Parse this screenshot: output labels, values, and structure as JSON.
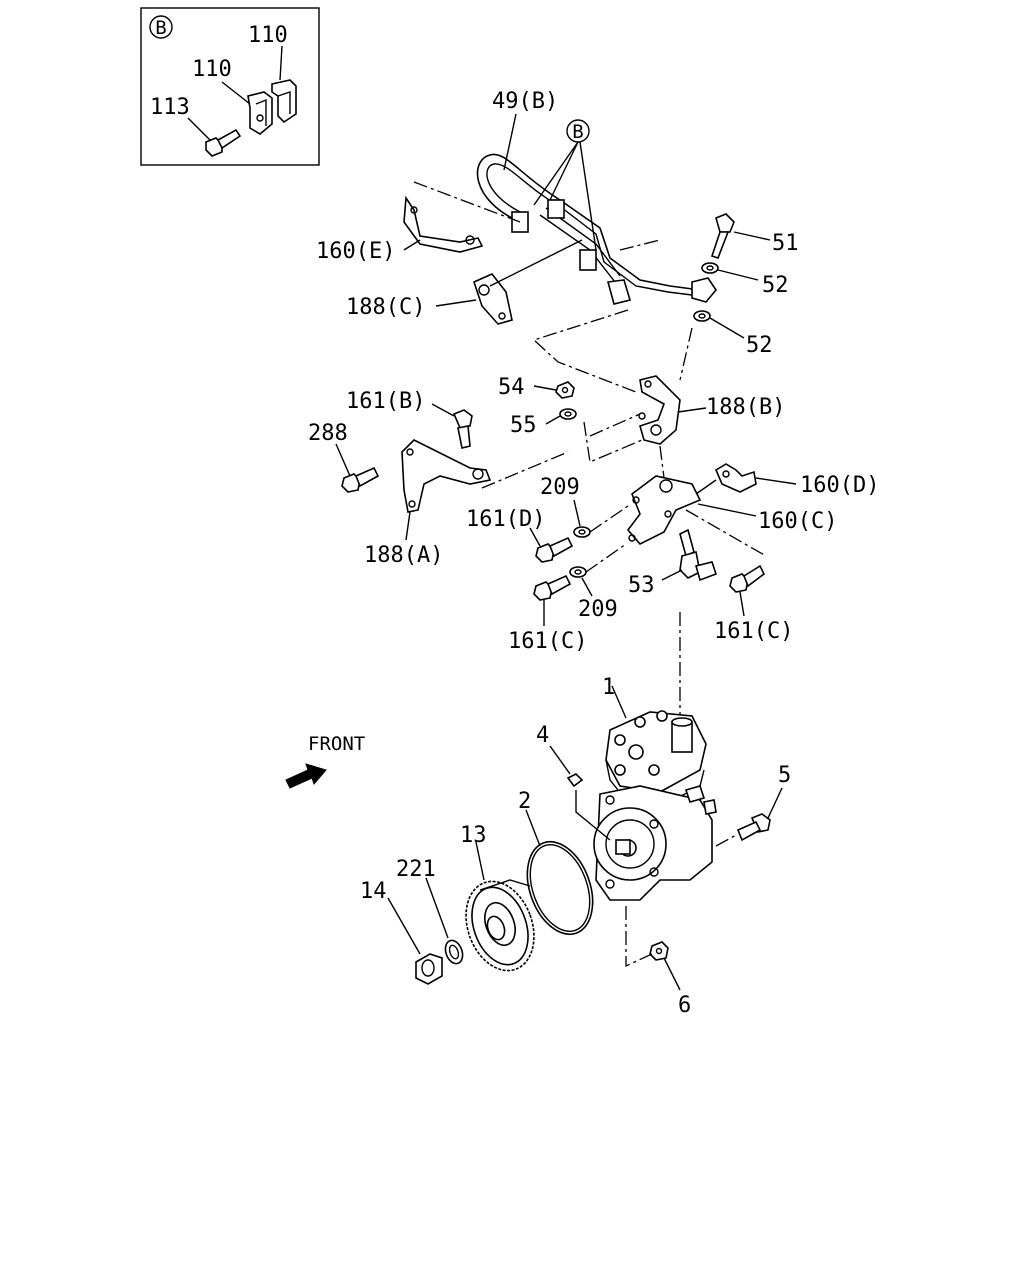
{
  "inset": {
    "circle_letter": "B"
  },
  "labels": {
    "l110a": "110",
    "l110b": "110",
    "l113": "113",
    "l49B": "49(B)",
    "lB": "B",
    "l160E": "160(E)",
    "l51": "51",
    "l52a": "52",
    "l52b": "52",
    "l188C": "188(C)",
    "l54": "54",
    "l55": "55",
    "l188B": "188(B)",
    "l161B": "161(B)",
    "l288": "288",
    "l209a": "209",
    "l160D": "160(D)",
    "l161D": "161(D)",
    "l160C": "160(C)",
    "l188A": "188(A)",
    "l53": "53",
    "l209b": "209",
    "l161Ca": "161(C)",
    "l161Cb": "161(C)",
    "l1": "1",
    "front": "FRONT",
    "l4": "4",
    "l5": "5",
    "l2": "2",
    "l13": "13",
    "l221": "221",
    "l14": "14",
    "l6": "6"
  }
}
